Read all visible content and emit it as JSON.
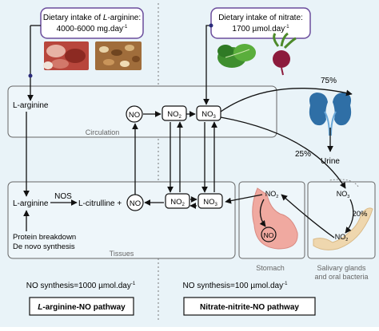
{
  "left": {
    "intake": {
      "prefix": "Dietary intake of ",
      "italic_prefix": "L",
      "amino": "-arginine:",
      "amount": "4000-6000 mg.day",
      "sup": "-1"
    },
    "foods": [
      "meat-image",
      "nuts-image"
    ],
    "circulation": {
      "arginine": "L-arginine",
      "label": "Circulation"
    },
    "tissues": {
      "arginine": "L-arginine",
      "enzyme": "NOS",
      "citrulline": "L-citrulline +",
      "protein": "Protein breakdown",
      "denovo": "De novo synthesis",
      "label": "Tissues"
    },
    "synthesis": {
      "text": "NO synthesis=1000 µmol.day",
      "sup": "-1"
    },
    "pathway": {
      "italic": "L",
      "rest": "-arginine-NO pathway"
    }
  },
  "right": {
    "intake": {
      "line1": "Dietary intake of nitrate:",
      "amount": "1700 µmol.day",
      "sup": "-1"
    },
    "foods": [
      "spinach-image",
      "beetroot-image"
    ],
    "synthesis": {
      "text": "NO synthesis=100 µmol.day",
      "sup": "-1"
    },
    "pathway": "Nitrate-nitrite-NO pathway",
    "kidney": {
      "top_pct": "75%",
      "mid_pct": "25%",
      "urine": "Urine"
    },
    "stomach": {
      "label": "Stomach"
    },
    "salivary": {
      "line1": "Salivary glands",
      "line2": "and oral bacteria",
      "pct": "20%"
    }
  },
  "species": {
    "no": "NO",
    "no2": "NO",
    "no3": "NO",
    "sub2": "2",
    "sub3": "3"
  },
  "colors": {
    "intake_border": "#6a4c9c",
    "arrow": "#111111",
    "kidney": "#2f6fa6",
    "stomach": "#f0a9a0"
  }
}
